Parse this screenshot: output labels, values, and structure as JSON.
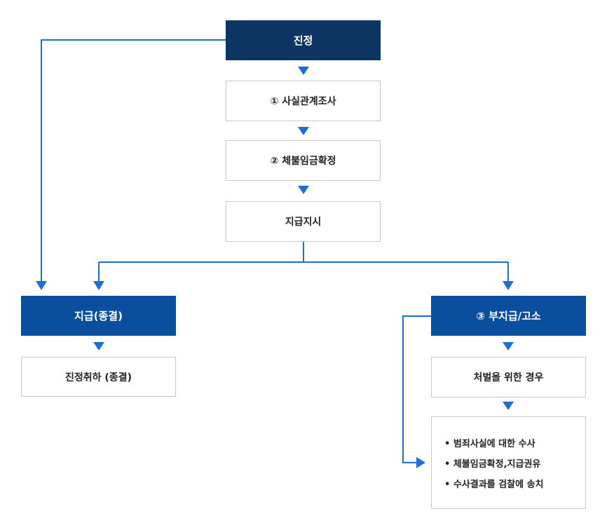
{
  "colors": {
    "primary_dark": "#0d3564",
    "primary_blue": "#0a4f9e",
    "arrow": "#1a6fd0",
    "border": "#c8c8c8"
  },
  "nodes": {
    "petition": "진정",
    "fact_investigation": "① 사실관계조사",
    "wage_arrears_confirmation": "② 체불임금확정",
    "payment_order": "지급지시",
    "payment_closure": "지급(종결)",
    "petition_withdrawal": "진정취하 (종결)",
    "non_payment_complaint": "③ 부지급/고소",
    "for_punishment": "처벌을 위한 경우",
    "actions": [
      "• 범죄사실에 대한 수사",
      "• 체불임금확정,지급권유",
      "• 수사결과를 검찰에 송치"
    ]
  }
}
